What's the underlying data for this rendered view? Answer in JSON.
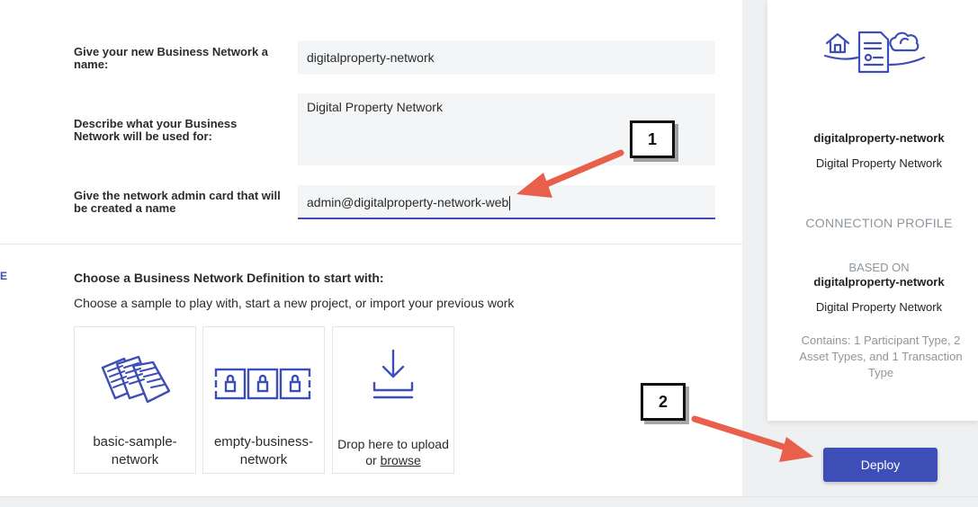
{
  "form": {
    "name_label": "Give your new Business Network a name:",
    "name_value": "digitalproperty-network",
    "desc_label": "Describe what your Business Network will be used for:",
    "desc_value": "Digital Property Network",
    "card_label": "Give the network admin card that will be created a name",
    "card_value": "admin@digitalproperty-network-web"
  },
  "definition": {
    "side_letter": "E",
    "title": "Choose a Business Network Definition to start with:",
    "subtitle": "Choose a sample to play with, start a new project, or import your previous work",
    "cards": [
      {
        "label": "basic-sample-network",
        "icon": "documents-icon"
      },
      {
        "label": "empty-business-network",
        "icon": "locked-blocks-icon"
      }
    ],
    "drop": {
      "text": "Drop here to upload or",
      "link": "browse",
      "icon": "download-tray-icon"
    }
  },
  "summary": {
    "icon": "property-documents-illustration",
    "network_name": "digitalproperty-network",
    "network_desc": "Digital Property Network",
    "connection_heading": "CONNECTION PROFILE",
    "based_on": "BASED ON",
    "based_name": "digitalproperty-network",
    "based_desc": "Digital Property Network",
    "contains": "Contains: 1 Participant Type, 2 Asset Types, and 1 Transaction Type"
  },
  "deploy_label": "Deploy",
  "callouts": {
    "one": "1",
    "two": "2"
  },
  "colors": {
    "accent": "#3d4fb7",
    "arrow": "#e8604c",
    "panel": "#eef0f2"
  }
}
